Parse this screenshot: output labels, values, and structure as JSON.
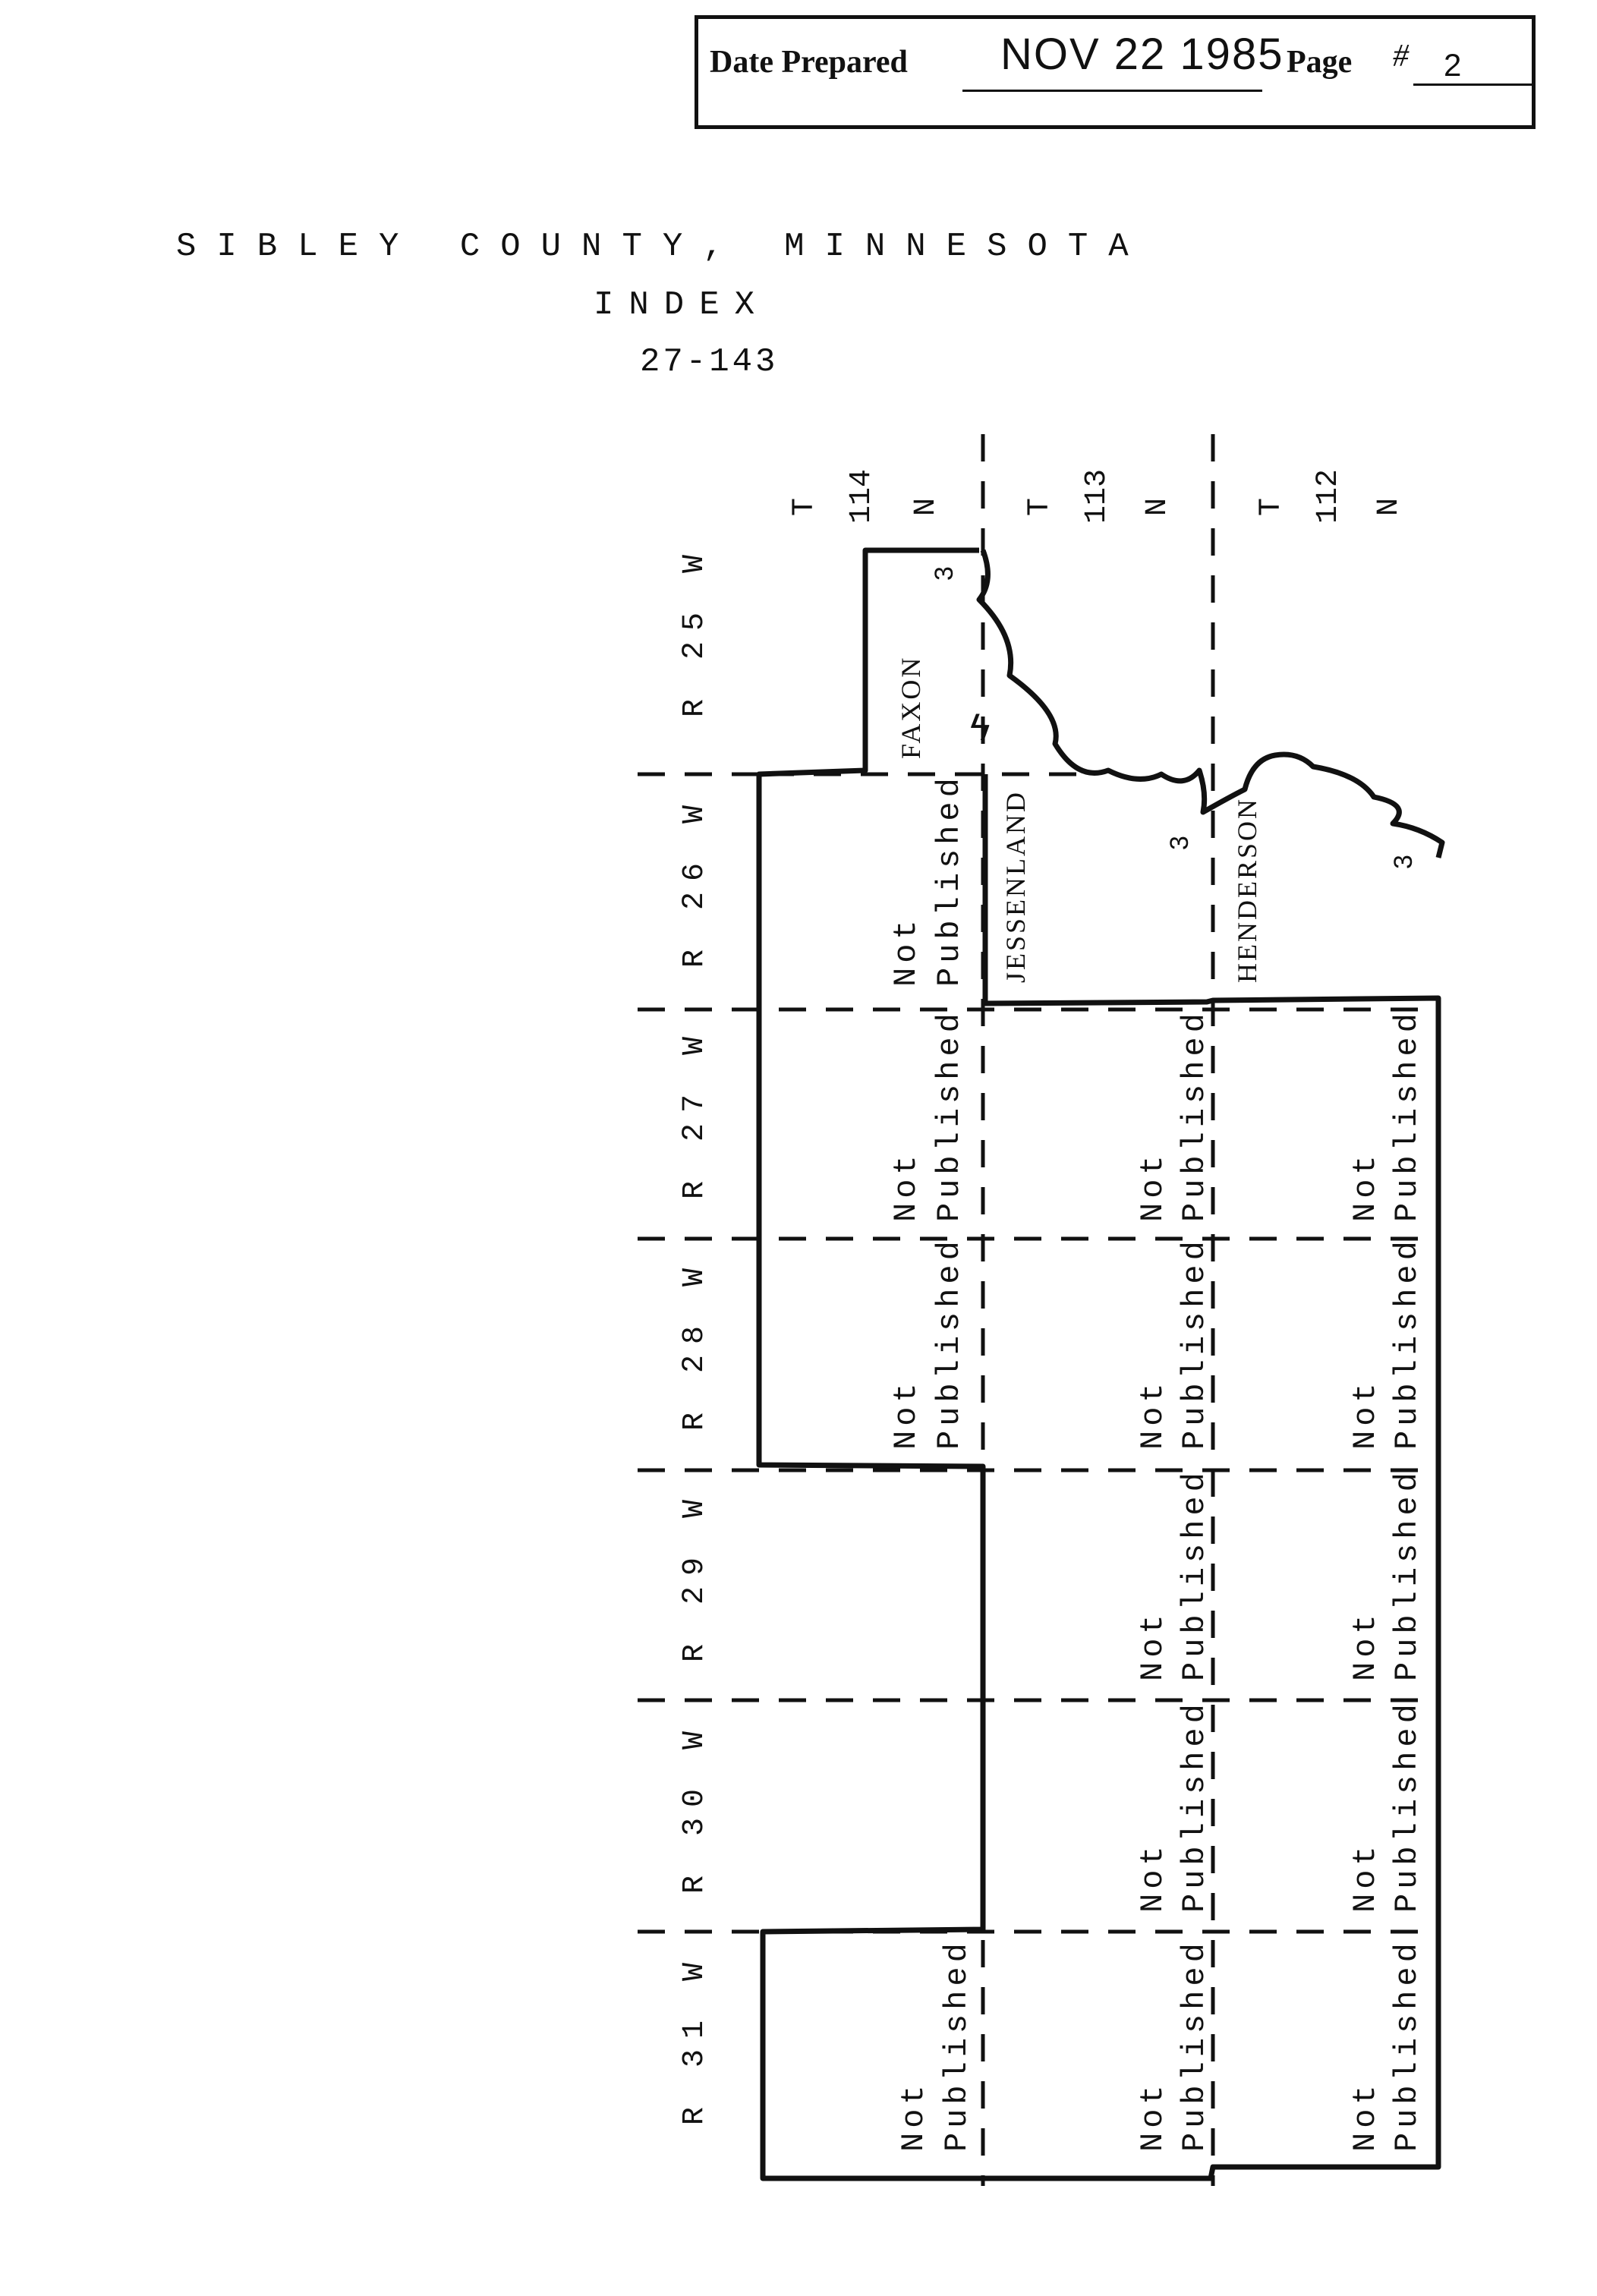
{
  "header": {
    "date_label": "Date Prepared",
    "date_value": "NOV 22 1985",
    "page_label": "Page",
    "page_mark": "#",
    "page_value": "2"
  },
  "title": {
    "county": "SIBLEY COUNTY, MINNESOTA",
    "subtitle": "INDEX",
    "code": "27-143"
  },
  "townships": [
    {
      "t": "T",
      "num": "114",
      "n": "N"
    },
    {
      "t": "T",
      "num": "113",
      "n": "N"
    },
    {
      "t": "T",
      "num": "112",
      "n": "N"
    }
  ],
  "ranges": [
    "R 25 W",
    "R 26 W",
    "R 27 W",
    "R 28 W",
    "R 29 W",
    "R 30 W",
    "R 31 W"
  ],
  "not_published": {
    "line1": "Not",
    "line2": "Published"
  },
  "places": [
    "FAXON",
    "JESSENLAND",
    "HENDERSON"
  ],
  "sheet_number": "3",
  "break_symbol": "ϟ"
}
